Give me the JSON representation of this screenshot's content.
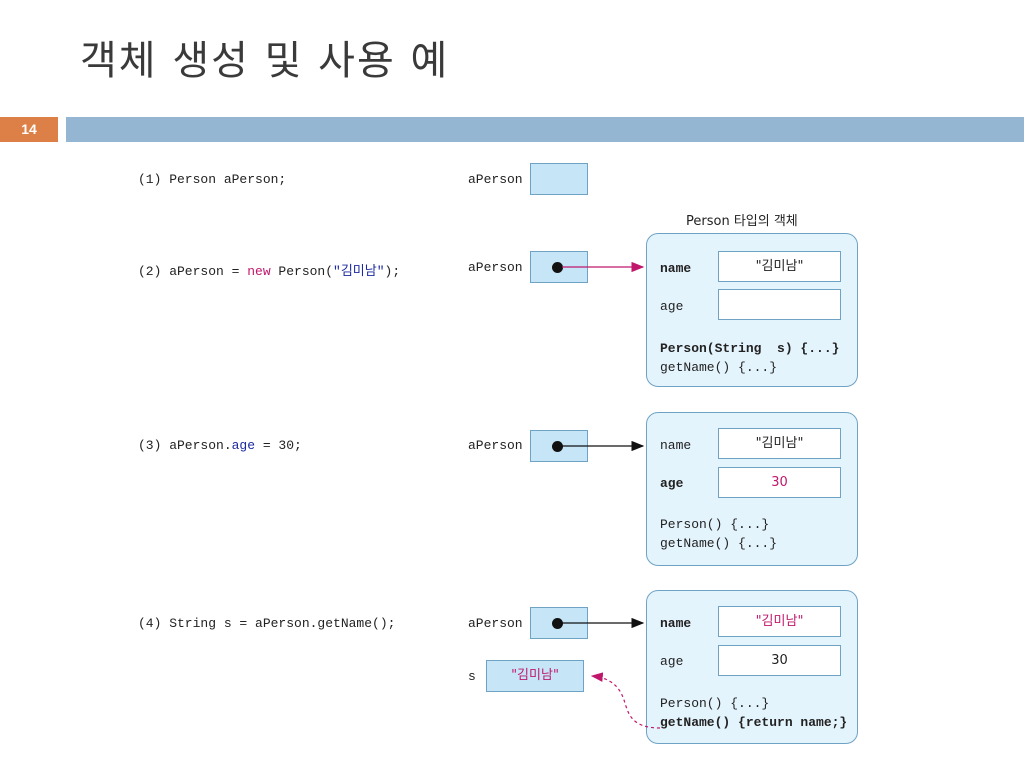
{
  "slide": {
    "title": "객체 생성 및 사용 예",
    "number": "14"
  },
  "colors": {
    "header_bar": "#94b6d2",
    "slide_number_bg": "#dd8047",
    "box_fill": "#c6e6f8",
    "object_fill": "#e4f4fd",
    "highlight": "#c0176c"
  },
  "object_caption": "Person 타입의 객체",
  "steps": [
    {
      "code_prefix": "(1) Person aPerson;",
      "ref_label": "aPerson"
    },
    {
      "code_prefix": "(2) aPerson = ",
      "code_keyword": "new",
      "code_mid": " Person(",
      "code_string": "\"김미남\"",
      "code_suffix": ");",
      "ref_label": "aPerson",
      "fields": [
        {
          "name": "name",
          "value": "\"김미남\""
        },
        {
          "name": "age",
          "value": ""
        }
      ],
      "methods": [
        "Person(String  s) {...}",
        "getName() {...}"
      ]
    },
    {
      "code_prefix": "(3) aPerson.",
      "code_field": "age",
      "code_suffix": " = 30;",
      "ref_label": "aPerson",
      "fields": [
        {
          "name": "name",
          "value": "\"김미남\""
        },
        {
          "name": "age",
          "value": "30"
        }
      ],
      "methods": [
        "Person() {...}",
        "getName() {...}"
      ]
    },
    {
      "code_prefix": "(4) String s = aPerson.getName();",
      "ref_label": "aPerson",
      "s_label": "s",
      "s_value": "\"김미남\"",
      "fields": [
        {
          "name": "name",
          "value": "\"김미남\""
        },
        {
          "name": "age",
          "value": "30"
        }
      ],
      "methods": [
        "Person() {...}",
        "getName() {return name;}"
      ]
    }
  ]
}
